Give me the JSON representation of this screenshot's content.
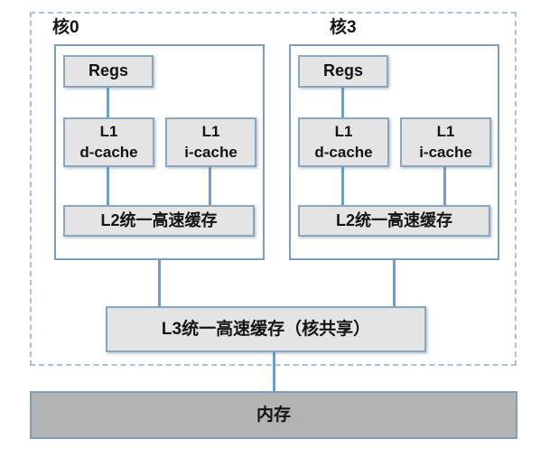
{
  "diagram": {
    "cores": [
      {
        "label": "核0",
        "regs": "Regs",
        "l1d_line1": "L1",
        "l1d_line2": "d-cache",
        "l1i_line1": "L1",
        "l1i_line2": "i-cache",
        "l2": "L2统一高速缓存"
      },
      {
        "label": "核3",
        "regs": "Regs",
        "l1d_line1": "L1",
        "l1d_line2": "d-cache",
        "l1i_line1": "L1",
        "l1i_line2": "i-cache",
        "l2": "L2统一高速缓存"
      }
    ],
    "l3": "L3统一高速缓存（核共享）",
    "memory": "内存"
  },
  "colors": {
    "box_fill": "#e4e4e4",
    "box_border": "#8aa7c1",
    "core_border": "#7e9cbc",
    "connector": "#6f9fc8",
    "chip_dash": "#a9c4d4",
    "memory_fill": "#b3b3b3",
    "text": "#141414",
    "background": "#ffffff"
  }
}
